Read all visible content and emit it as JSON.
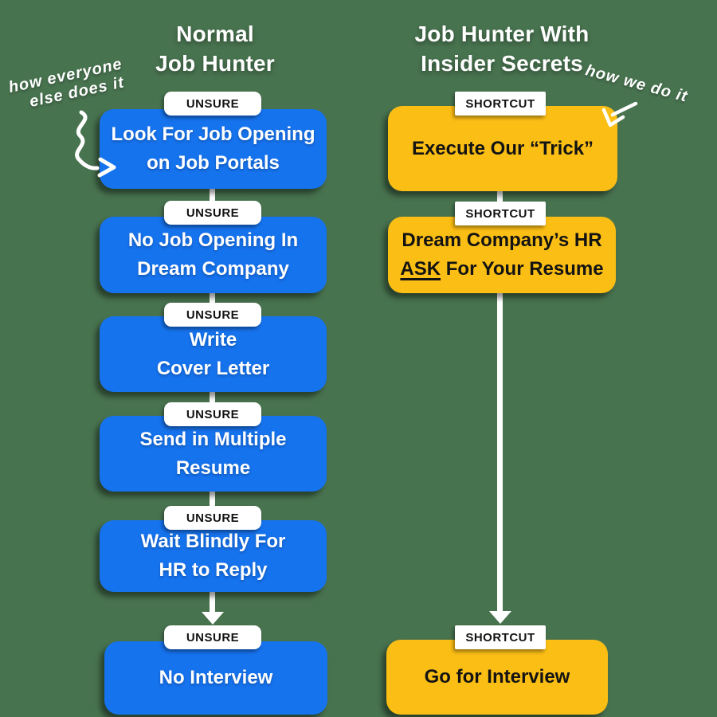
{
  "colors": {
    "background": "#48734F",
    "blue_box": "#1673EE",
    "yellow_box": "#FBBE15",
    "badge_background": "#FFFFFF",
    "badge_text": "#121212",
    "blue_box_text": "#FFFFFF",
    "yellow_box_text": "#131313",
    "annotation_text": "#FFFFFF"
  },
  "left": {
    "title_line1": "Normal",
    "title_line2": "Job Hunter",
    "annotation_line1": "how everyone",
    "annotation_line2": "else does it",
    "steps": [
      {
        "label": "UNSURE",
        "line1": "Look For Job Opening",
        "line2": "on Job Portals"
      },
      {
        "label": "UNSURE",
        "line1": "No Job Opening In",
        "line2": "Dream Company"
      },
      {
        "label": "UNSURE",
        "line1": "Write",
        "line2": "Cover Letter"
      },
      {
        "label": "UNSURE",
        "line1": "Send in Multiple",
        "line2": "Resume"
      },
      {
        "label": "UNSURE",
        "line1": "Wait Blindly For",
        "line2": "HR to Reply"
      },
      {
        "label": "UNSURE",
        "line1": "No Interview"
      }
    ]
  },
  "right": {
    "title_line1": "Job Hunter With",
    "title_line2": "Insider Secrets",
    "annotation": "how we do it",
    "steps": [
      {
        "label": "SHORTCUT",
        "line1": "Execute Our “Trick”"
      },
      {
        "label": "SHORTCUT",
        "line1": "Dream Company’s HR",
        "line2_underlined": "ASK",
        "line2_rest": " For Your Resume"
      },
      {
        "label": "SHORTCUT",
        "line1": "Go for Interview"
      }
    ]
  }
}
